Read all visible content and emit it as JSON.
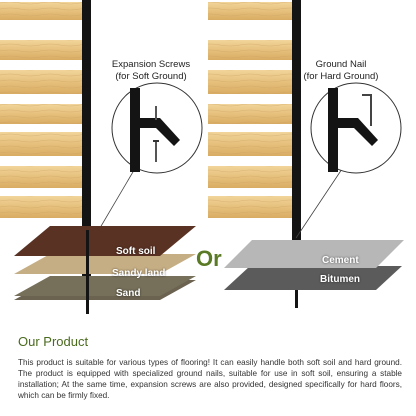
{
  "captions": {
    "left": {
      "line1": "Expansion Screws",
      "line2": "(for Soft Ground)"
    },
    "right": {
      "line1": "Ground Nail",
      "line2": "(for Hard Ground)"
    }
  },
  "or_label": "Or",
  "layers": {
    "soft_soil": "Soft soil",
    "sandy_land": "Sandy land",
    "sand": "Sand",
    "cement": "Cement",
    "bitumen": "Bitumen"
  },
  "product": {
    "heading": "Our Product",
    "body": "This product is suitable for various types of flooring! It can easily handle both soft soil and hard ground. The product is equipped with specialized ground nails, suitable for use in soft soil, ensuring a stable installation; At the same time, expansion screws are also provided, designed specifically for hard floors, which can be firmly fixed."
  },
  "colors": {
    "wood": "#e8c583",
    "post": "#141414",
    "soft_soil": "#5a3224",
    "sandy_land": "#c6ae84",
    "sand": "#76705a",
    "cement": "#b7b7b7",
    "bitumen": "#5b5b5b",
    "accent": "#5a7a25"
  }
}
